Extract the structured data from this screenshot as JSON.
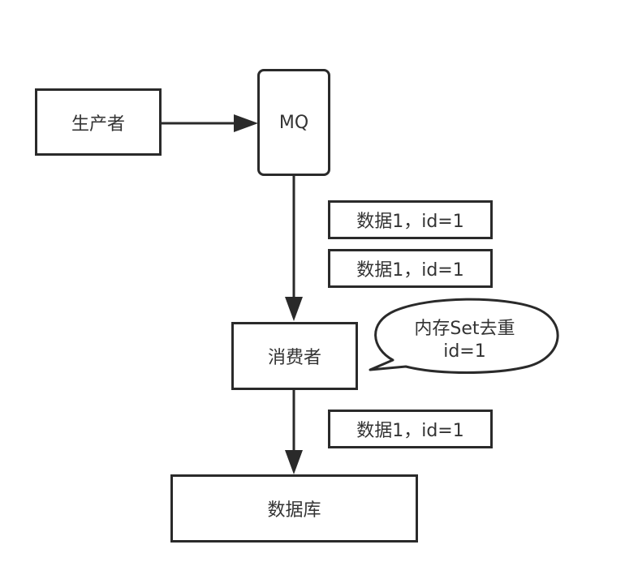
{
  "nodes": {
    "producer": "生产者",
    "mq": "MQ",
    "consumer": "消费者",
    "database": "数据库"
  },
  "messages": [
    "数据1，id=1",
    "数据1，id=1",
    "数据1，id=1"
  ],
  "callout": {
    "line1": "内存Set去重",
    "line2": "id=1"
  },
  "colors": {
    "stroke": "#2a2a2a",
    "text": "#333333",
    "background": "#ffffff"
  }
}
